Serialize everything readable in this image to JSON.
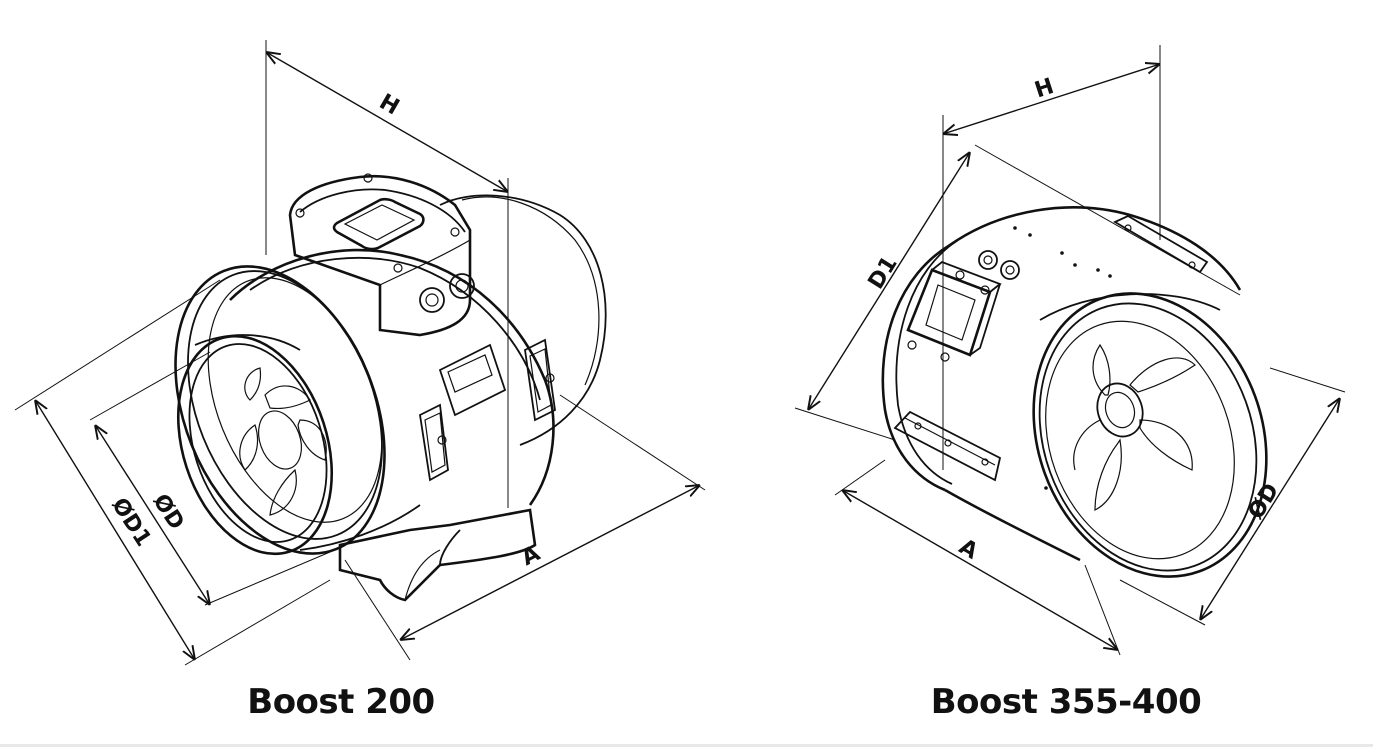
{
  "drawings": [
    {
      "caption": "Boost 200",
      "dimensions": [
        "H",
        "ØD",
        "ØD1",
        "A"
      ]
    },
    {
      "caption": "Boost 355-400",
      "dimensions": [
        "H",
        "D1",
        "ØD",
        "A"
      ]
    }
  ]
}
